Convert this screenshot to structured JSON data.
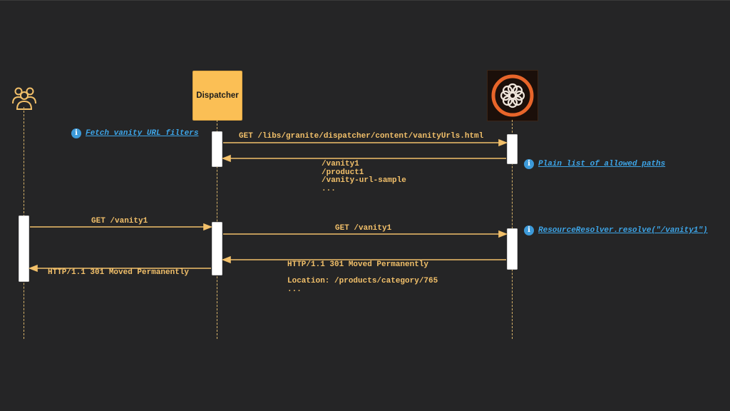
{
  "participants": {
    "user": {
      "icon": "users-icon"
    },
    "dispatcher": {
      "label": "Dispatcher"
    },
    "aem": {
      "icon": "aem-logo-icon"
    }
  },
  "colors": {
    "background": "#252526",
    "arrow": "#f2c06a",
    "note_link": "#3da5e8",
    "dispatcher_fill": "#fbbf55",
    "aem_ring": "#e8652a"
  },
  "messages": {
    "m1": "GET /libs/granite/dispatcher/content/vanityUrls.html",
    "m2": "/vanity1\n/product1\n/vanity-url-sample\n...",
    "m3": "GET /vanity1",
    "m4": "GET /vanity1",
    "m5": "HTTP/1.1 301 Moved Permanently\n\nLocation: /products/category/765\n...",
    "m6": "HTTP/1.1 301 Moved Permanently"
  },
  "notes": {
    "n1": "Fetch vanity URL filters",
    "n2": "Plain list of allowed paths",
    "n3": "ResourceResolver.resolve(\"/vanity1\")"
  }
}
